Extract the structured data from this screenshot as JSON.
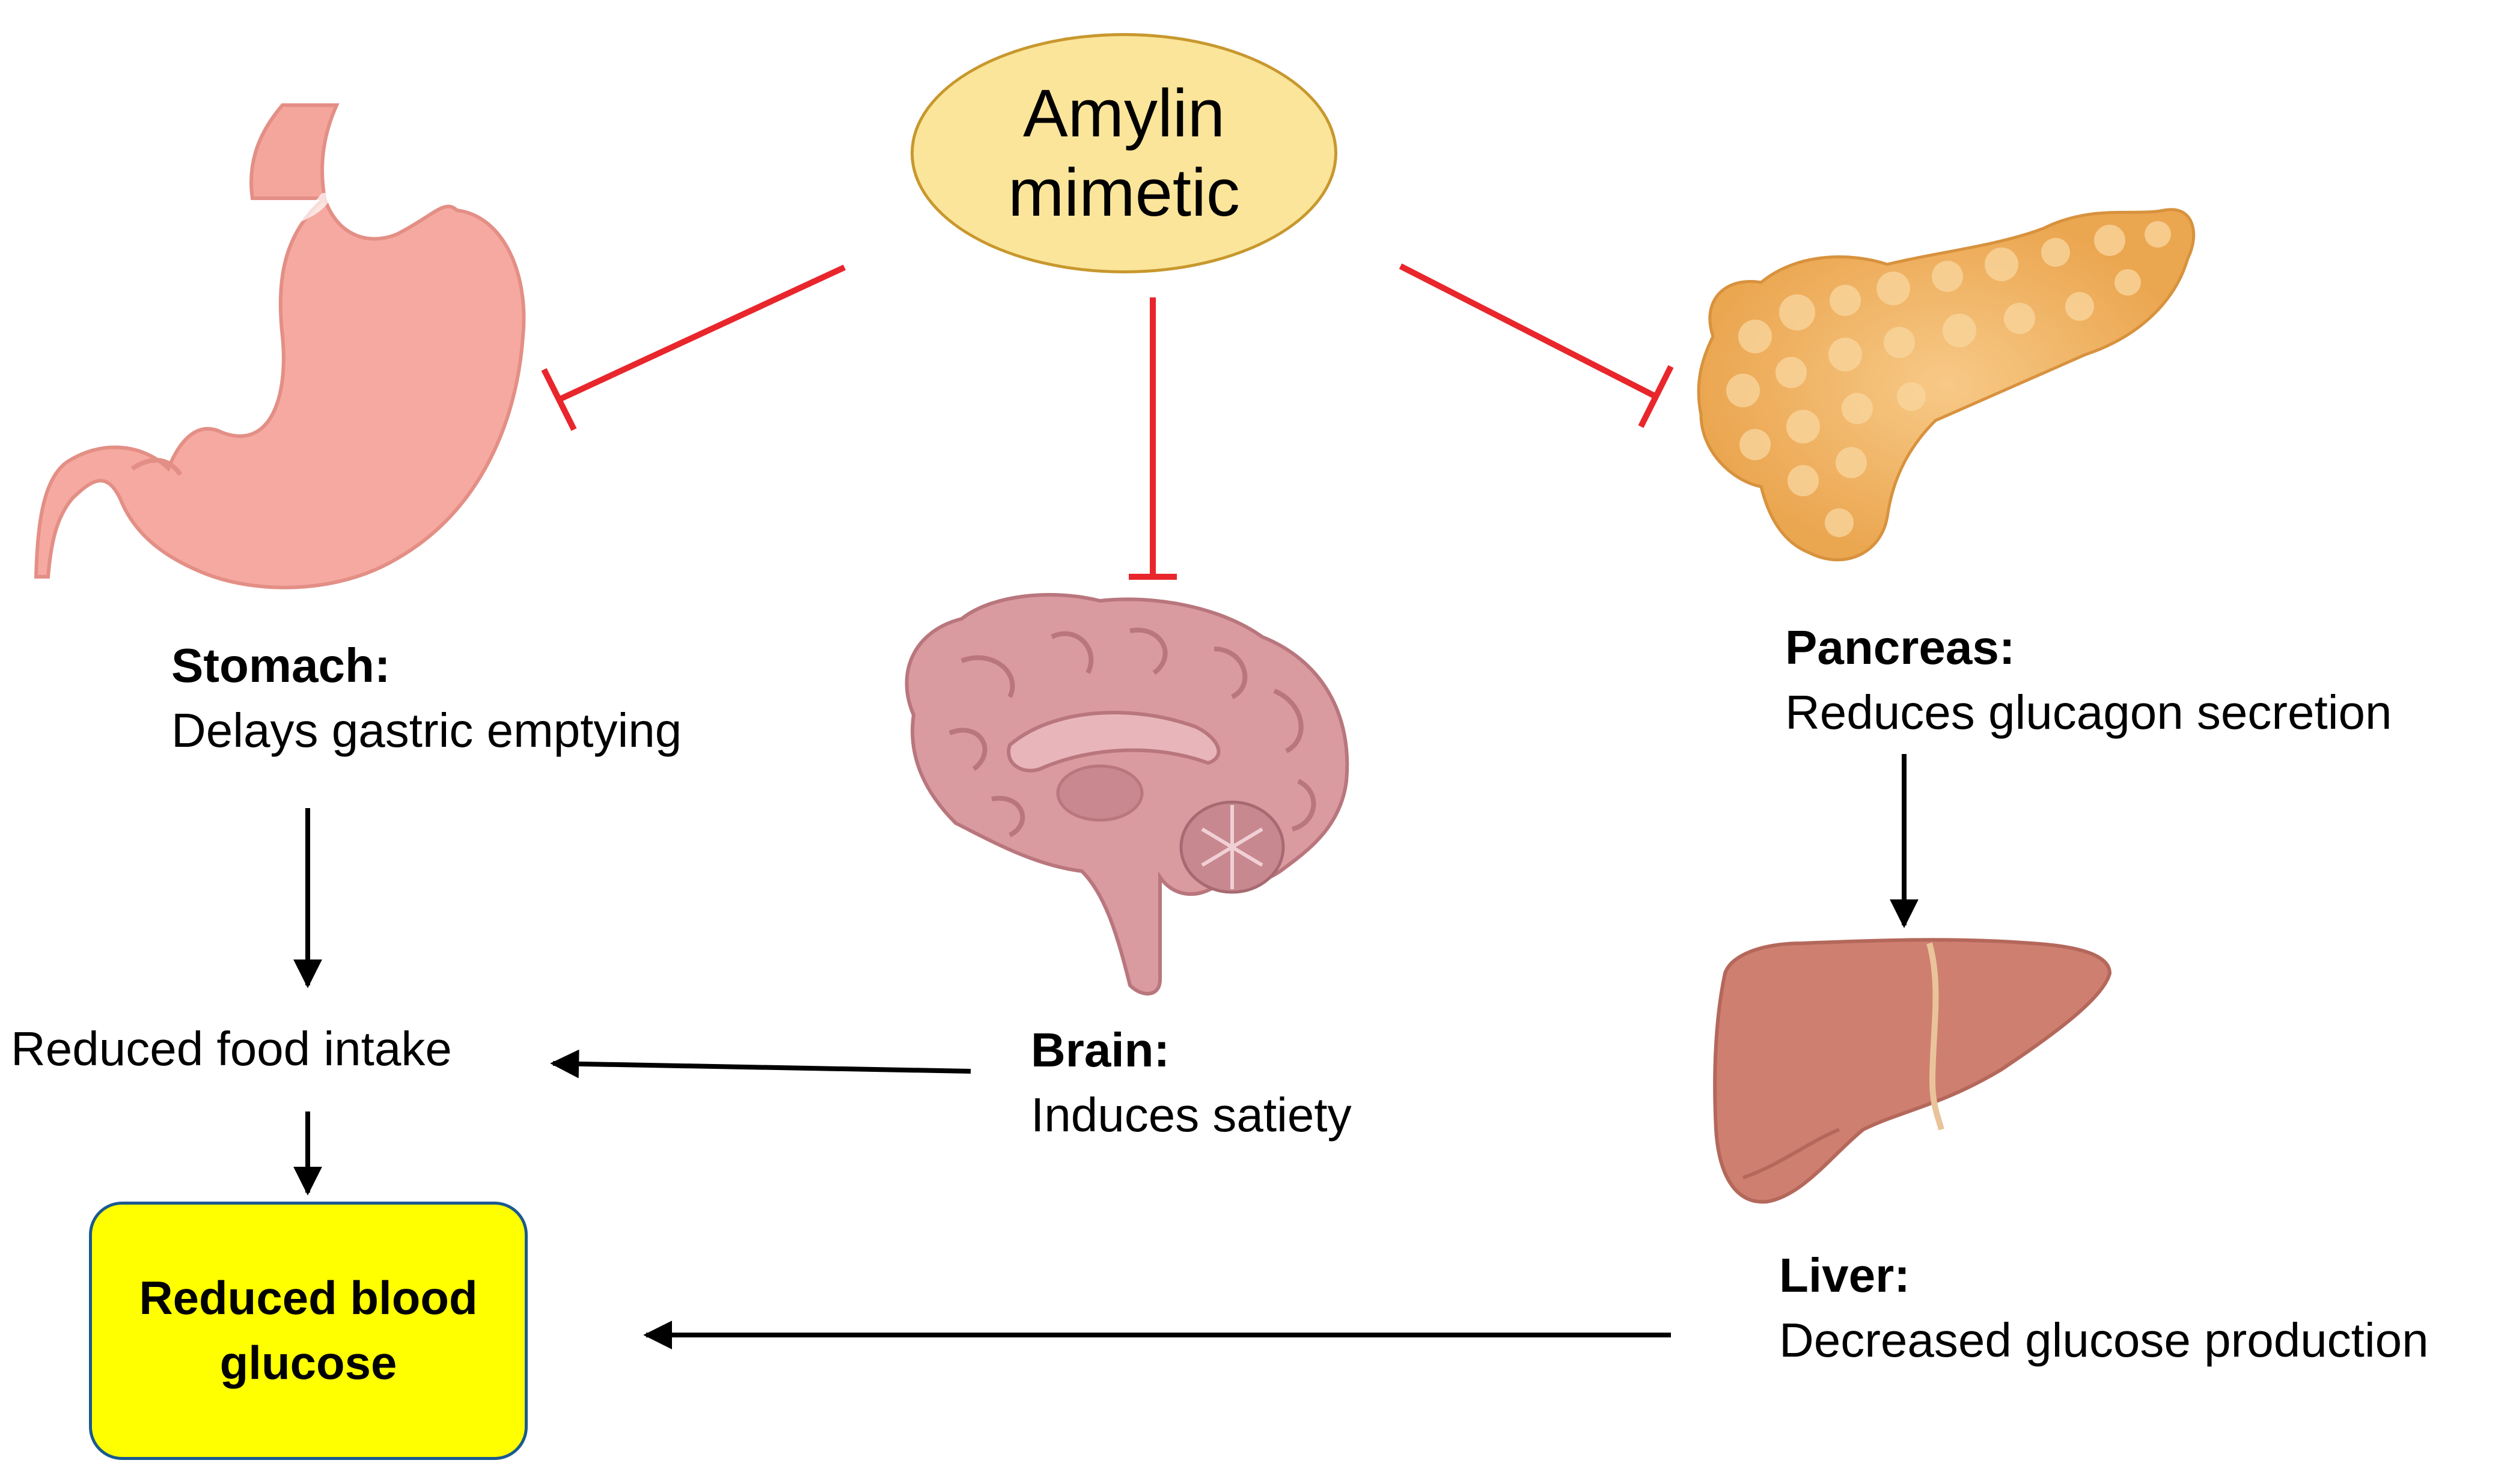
{
  "center": {
    "label": "Amylin\nmimetic"
  },
  "stomach": {
    "title": "Stomach:",
    "description": "Delays gastric emptying",
    "icon": "stomach-icon"
  },
  "brain": {
    "title": "Brain:",
    "description": "Induces satiety",
    "icon": "brain-icon"
  },
  "pancreas": {
    "title": "Pancreas:",
    "description": "Reduces glucagon secretion",
    "icon": "pancreas-icon"
  },
  "liver": {
    "title": "Liver:",
    "description": "Decreased glucose production",
    "icon": "liver-icon"
  },
  "intermediate": {
    "label": "Reduced food intake"
  },
  "result": {
    "label": "Reduced blood\nglucose"
  },
  "colors": {
    "inhibition": "#e8262c",
    "arrow": "#000000",
    "center_fill": "#fbe59a",
    "center_border": "#c8982e",
    "result_fill": "#ffff00",
    "result_border": "#1a5a8f",
    "stomach": "#f6a9a0",
    "brain": "#d99aa0",
    "pancreas": "#f2b767",
    "liver": "#cf7f70"
  }
}
